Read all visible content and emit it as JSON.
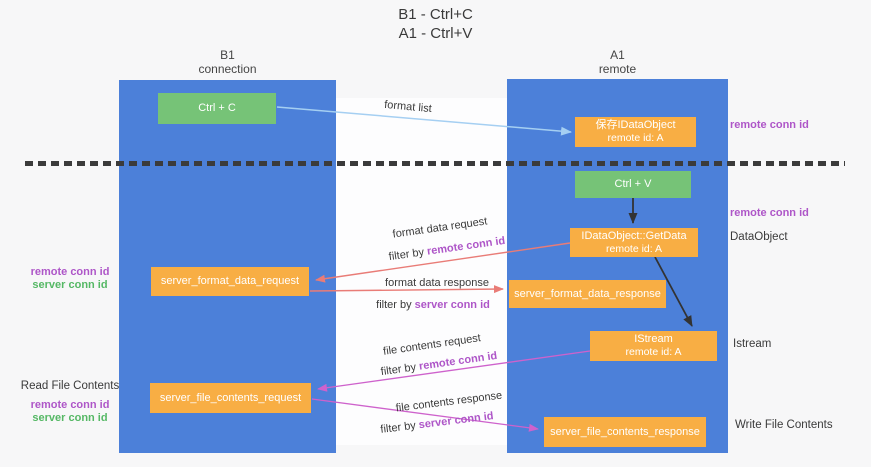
{
  "title": {
    "line1": "B1 - Ctrl+C",
    "line2": "A1 - Ctrl+V"
  },
  "lanes": {
    "left": {
      "header_line1": "B1",
      "header_line2": "connection"
    },
    "right": {
      "header_line1": "A1",
      "header_line2": "remote"
    }
  },
  "nodes": {
    "ctrl_c": "Ctrl + C",
    "ctrl_v": "Ctrl + V",
    "save_idataobject": {
      "line1": "保存IDataObject",
      "line2": "remote id: A"
    },
    "getdata": {
      "line1": "IDataObject::GetData",
      "line2": "remote id: A"
    },
    "istream": {
      "line1": "IStream",
      "line2": "remote id: A"
    },
    "server_format_data_request": "server_format_data_request",
    "server_format_data_response": "server_format_data_response",
    "server_file_contents_request": "server_file_contents_request",
    "server_file_contents_response": "server_file_contents_response"
  },
  "edge_labels": {
    "format_list": "format list",
    "format_data_request": "format data request",
    "format_data_response": "format data response",
    "file_contents_request": "file contents request",
    "file_contents_response": "file contents response",
    "filter_by": "filter by ",
    "remote_conn_id": "remote conn id",
    "server_conn_id": "server conn id"
  },
  "side_labels": {
    "right_remote_conn_id_1": "remote conn id",
    "right_remote_conn_id_2": "remote conn id",
    "right_dataobject": "DataObject",
    "right_istream": "Istream",
    "right_write_file_contents": "Write File Contents",
    "left_mid": {
      "remote": "remote conn id",
      "server": "server conn id"
    },
    "left_bottom": {
      "title": "Read File Contents",
      "remote": "remote conn id",
      "server": "server conn id"
    }
  },
  "colors": {
    "lane_blue": "#4c80d9",
    "box_orange": "#f8ae44",
    "box_green": "#76c377",
    "text_purple": "#ae56c8",
    "text_green": "#55b865",
    "arrow_light_blue": "#a5cff2",
    "arrow_salmon": "#e97c77",
    "arrow_magenta": "#ce62cc",
    "arrow_black": "#333333",
    "divider_dash": "#3b3b3b"
  }
}
